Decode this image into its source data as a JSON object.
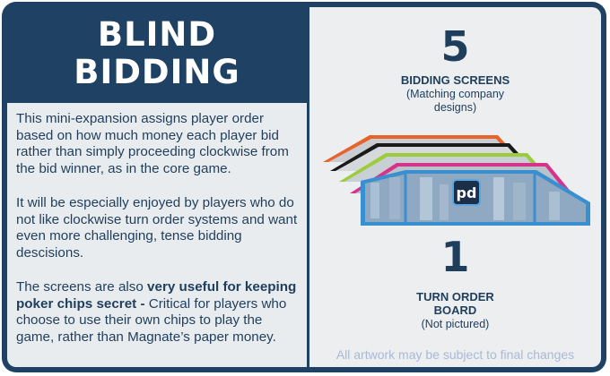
{
  "title": {
    "line1": "BLIND",
    "line2": "BIDDING"
  },
  "description": {
    "p1": "This mini-expansion assigns player order based on how much money each player bid rather than simply proceeding clockwise from the bid winner, as in the core game.",
    "p2": "It will be especially enjoyed by players who do not like clockwise turn order systems and want even more challenging, tense bidding descisions.",
    "p3_prefix": "The screens are also ",
    "p3_bold": "very useful for keeping poker chips secret -",
    "p3_suffix": " Critical for players who choose to use their own chips to play the game, rather than Magnate’s paper money."
  },
  "components": [
    {
      "count": "5",
      "name": "BIDDING SCREENS",
      "note_line1": "(Matching company",
      "note_line2": "designs)"
    },
    {
      "count": "1",
      "name_line1": "TURN ORDER",
      "name_line2": "BOARD",
      "note": "(Not pictured)"
    }
  ],
  "logo_text": "pd",
  "disclaimer": "All artwork may be subject to final changes",
  "colors": {
    "navy": "#1f4163",
    "panel": "#e9ecef",
    "screen_orange": "#e8632b",
    "screen_black": "#1a1a1a",
    "screen_green": "#9ccc3c",
    "screen_pink": "#d8338a",
    "screen_blue": "#3a8fd0"
  }
}
